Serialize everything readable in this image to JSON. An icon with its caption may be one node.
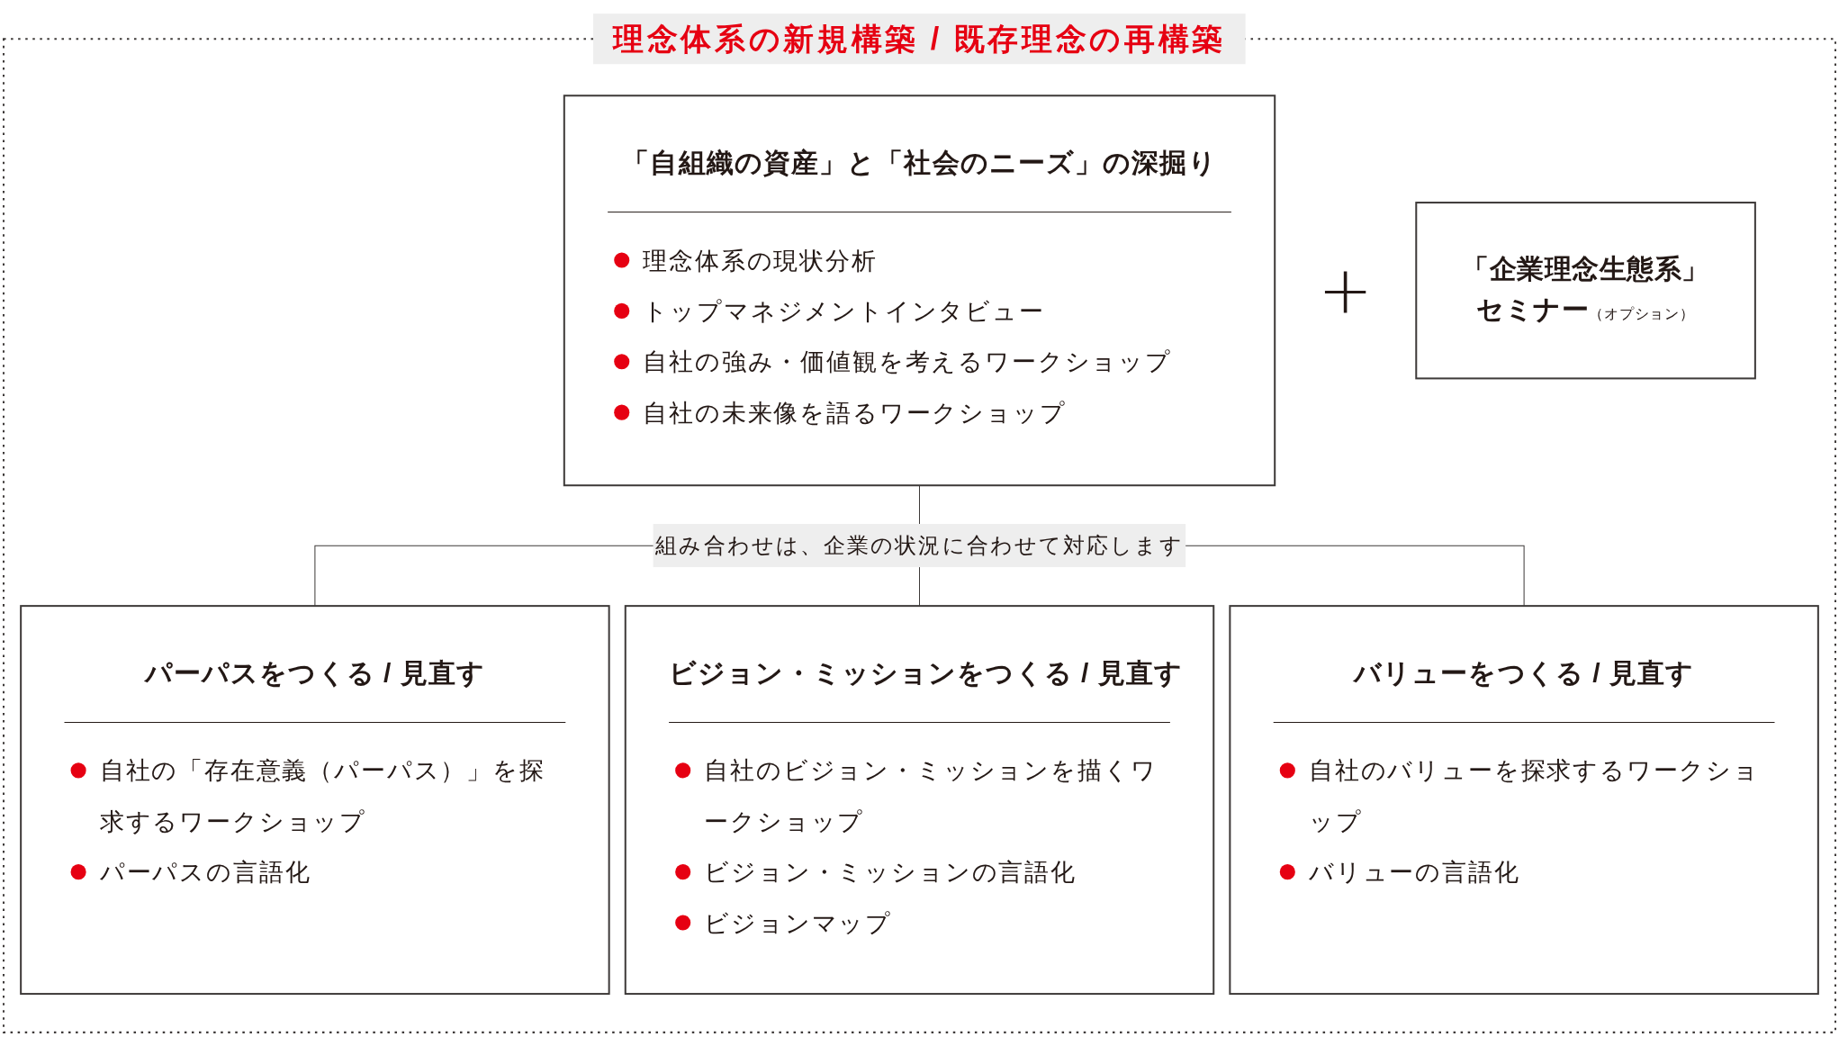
{
  "diagram": {
    "nodes": [
      {
        "text": [
          "理念体系の新規構築 / 既存理念の再構築"
        ]
      },
      {
        "text": [
          "「自組織の資産」と「社会のニーズ」の深掘り",
          "理念体系の現状分析",
          "トップマネジメントインタビュー",
          "自社の強み・価値観を考えるワークショップ",
          "自社の未来像を語るワークショップ"
        ],
        "in": 0
      },
      {
        "text": [
          "「企業理念生態系」セミナー",
          "（オプション）"
        ],
        "in": 0
      },
      {
        "text": [
          "パーパスをつくる / 見直す",
          "自社の「存在意義（パーパス）」を探求するワークショップ",
          "パーパスの言語化"
        ],
        "in": 0
      },
      {
        "text": [
          "ビジョン・ミッションをつくる / 見直す",
          "自社のビジョン・ミッションを描くワークショップ",
          "ビジョン・ミッションの言語化",
          "ビジョンマップ"
        ],
        "in": 0
      },
      {
        "text": [
          "バリューをつくる / 見直す",
          "自社のバリューを探求するワークショップ",
          "バリューの言語化"
        ],
        "in": 0
      }
    ],
    "edges": [
      {
        "from": 1,
        "to": 3,
        "arrow": "none"
      },
      {
        "from": 1,
        "to": 4,
        "arrow": "none",
        "label": "組み合わせは、企業の状況に合わせて対応します"
      },
      {
        "from": 1,
        "to": 5,
        "arrow": "none"
      }
    ],
    "labels": [
      "+"
    ]
  }
}
